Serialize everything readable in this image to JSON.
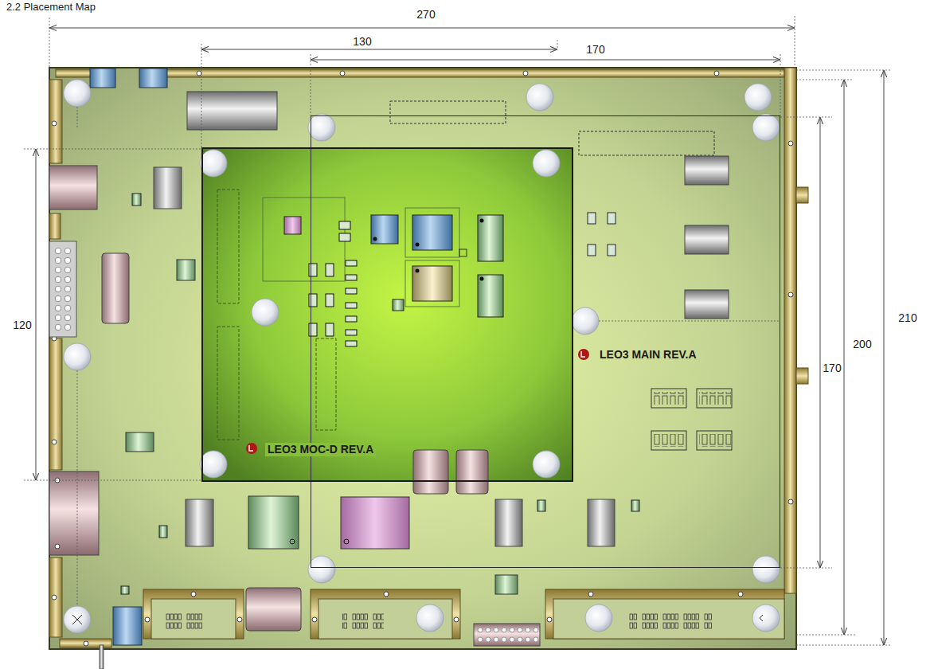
{
  "diagram": {
    "title": "2.2 Placement Map",
    "nodes": [
      {
        "text": [
          "LEO3 MAIN REV.A"
        ]
      },
      {
        "text": [
          "LEO3 MOC-D REV.A"
        ]
      }
    ],
    "labels": [
      "270",
      "130",
      "170",
      "120",
      "170",
      "200",
      "210"
    ]
  }
}
